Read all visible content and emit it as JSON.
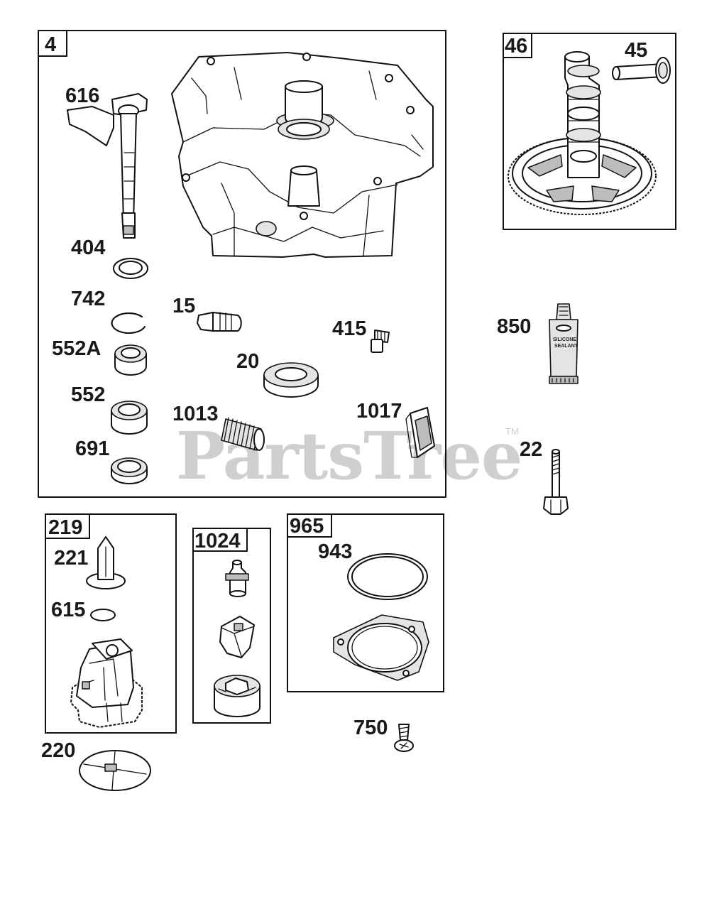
{
  "watermark": {
    "text": "PartsTree",
    "trademark": "TM"
  },
  "groups": {
    "g4": "4",
    "g46": "46",
    "g219": "219",
    "g1024": "1024",
    "g965": "965"
  },
  "parts": {
    "p616": "616",
    "p404": "404",
    "p742": "742",
    "p552a": "552A",
    "p552": "552",
    "p691": "691",
    "p15": "15",
    "p20": "20",
    "p415": "415",
    "p1013": "1013",
    "p1017": "1017",
    "p45": "45",
    "p850": "850",
    "p22": "22",
    "p221": "221",
    "p615": "615",
    "p220": "220",
    "p943": "943",
    "p750": "750"
  },
  "sealant_tube": {
    "line1": "SILICONE",
    "line2": "SEALANT"
  }
}
